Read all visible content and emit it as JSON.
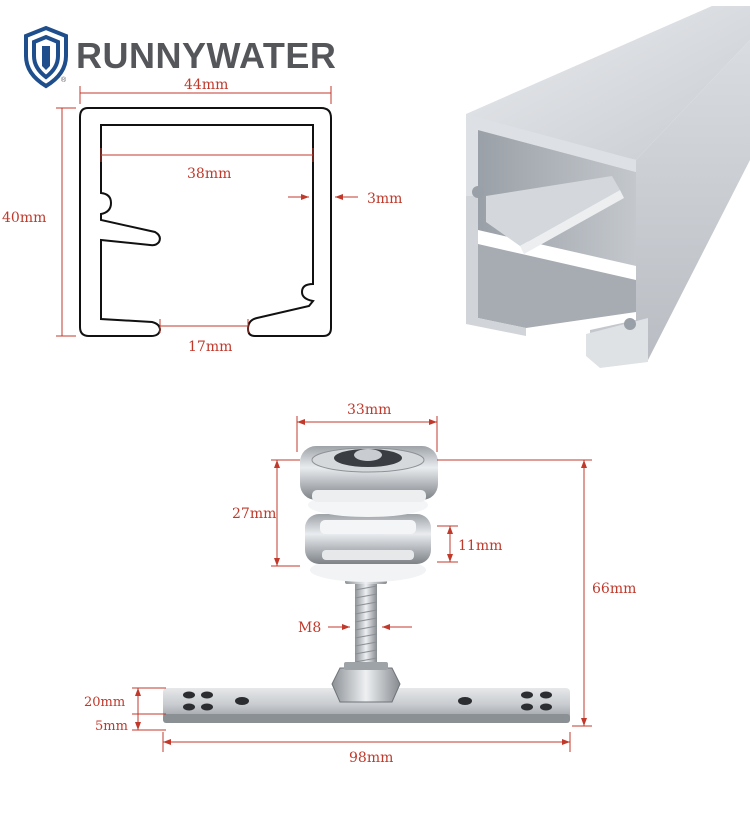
{
  "brand": {
    "name": "RUNNYWATER",
    "registered_mark": "®",
    "color": "#54565a",
    "logo_color": "#1f4e8c"
  },
  "dimension_color": "#c0392b",
  "profile_dimensions": {
    "width": "44mm",
    "height": "40mm",
    "inner_width": "38mm",
    "wall": "3mm",
    "slot": "17mm"
  },
  "roller_dimensions": {
    "wheel_diameter": "33mm",
    "wheel_stack": "27mm",
    "wheel_thickness": "11mm",
    "total_height": "66mm",
    "thread": "M8",
    "plate_width": "20mm",
    "plate_thickness": "5mm",
    "plate_length": "98mm"
  }
}
